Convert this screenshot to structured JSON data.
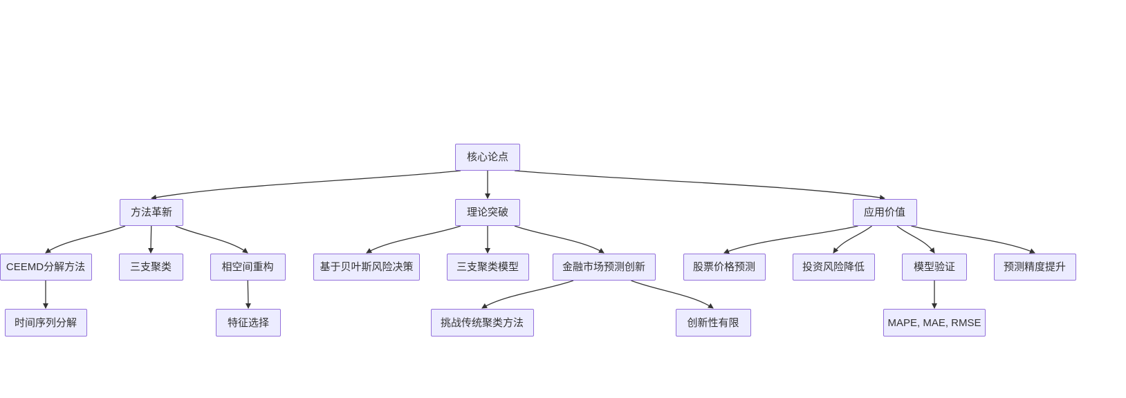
{
  "diagram": {
    "type": "mindmap-flowchart",
    "root_label": "核心论点",
    "nodes": [
      {
        "id": "core",
        "label": "核心论点"
      },
      {
        "id": "method",
        "label": "方法革新"
      },
      {
        "id": "theory",
        "label": "理论突破"
      },
      {
        "id": "value",
        "label": "应用价值"
      },
      {
        "id": "ceemd",
        "label": "CEEMD分解方法"
      },
      {
        "id": "threeway",
        "label": "三支聚类"
      },
      {
        "id": "phase",
        "label": "相空间重构"
      },
      {
        "id": "bayes",
        "label": "基于贝叶斯风险决策"
      },
      {
        "id": "twcmodel",
        "label": "三支聚类模型"
      },
      {
        "id": "finance",
        "label": "金融市场预测创新"
      },
      {
        "id": "stock",
        "label": "股票价格预测"
      },
      {
        "id": "risk",
        "label": "投资风险降低"
      },
      {
        "id": "validate",
        "label": "模型验证"
      },
      {
        "id": "precision",
        "label": "预测精度提升"
      },
      {
        "id": "tsdecomp",
        "label": "时间序列分解"
      },
      {
        "id": "featsel",
        "label": "特征选择"
      },
      {
        "id": "challenge",
        "label": "挑战传统聚类方法"
      },
      {
        "id": "limited",
        "label": "创新性有限"
      },
      {
        "id": "metrics",
        "label": "MAPE, MAE, RMSE"
      }
    ],
    "edges": [
      [
        "core",
        "method"
      ],
      [
        "core",
        "theory"
      ],
      [
        "core",
        "value"
      ],
      [
        "method",
        "ceemd"
      ],
      [
        "method",
        "threeway"
      ],
      [
        "method",
        "phase"
      ],
      [
        "ceemd",
        "tsdecomp"
      ],
      [
        "phase",
        "featsel"
      ],
      [
        "theory",
        "bayes"
      ],
      [
        "theory",
        "twcmodel"
      ],
      [
        "theory",
        "finance"
      ],
      [
        "finance",
        "challenge"
      ],
      [
        "finance",
        "limited"
      ],
      [
        "value",
        "stock"
      ],
      [
        "value",
        "risk"
      ],
      [
        "value",
        "validate"
      ],
      [
        "value",
        "precision"
      ],
      [
        "validate",
        "metrics"
      ]
    ],
    "colors": {
      "node_fill": "#ECECFF",
      "node_border": "#9370DB",
      "edge": "#333333",
      "text": "#333333",
      "background": "#FFFFFF"
    }
  }
}
